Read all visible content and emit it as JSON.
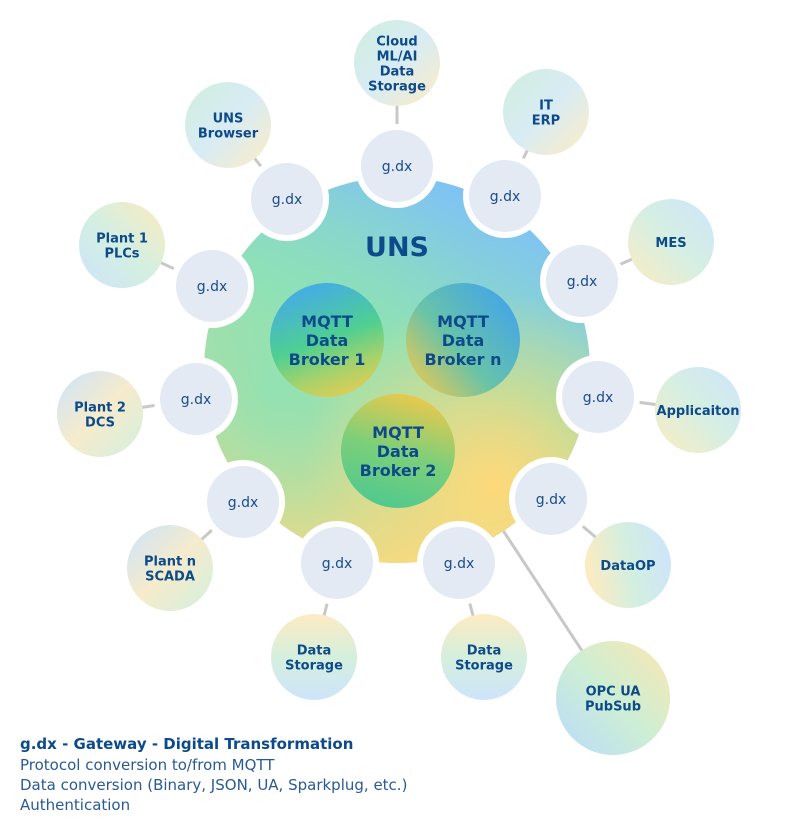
{
  "diagram": {
    "center": {
      "title": "UNS",
      "brokers": [
        {
          "id": "broker-1",
          "lines": [
            "MQTT",
            "Data",
            "Broker 1"
          ]
        },
        {
          "id": "broker-n",
          "lines": [
            "MQTT",
            "Data",
            "Broker n"
          ]
        },
        {
          "id": "broker-2",
          "lines": [
            "MQTT",
            "Data",
            "Broker 2"
          ]
        }
      ]
    },
    "gateway_label": "g.dx",
    "endpoints": [
      {
        "id": "cloud",
        "lines": [
          "Cloud",
          "ML/AI",
          "Data",
          "Storage"
        ]
      },
      {
        "id": "it-erp",
        "lines": [
          "IT",
          "ERP"
        ]
      },
      {
        "id": "mes",
        "lines": [
          "MES"
        ]
      },
      {
        "id": "application",
        "lines": [
          "Applicaiton"
        ]
      },
      {
        "id": "dataop",
        "lines": [
          "DataOP"
        ]
      },
      {
        "id": "opc-ua-pubsub",
        "lines": [
          "OPC UA",
          "PubSub"
        ]
      },
      {
        "id": "data-storage-right",
        "lines": [
          "Data",
          "Storage"
        ]
      },
      {
        "id": "data-storage-left",
        "lines": [
          "Data",
          "Storage"
        ]
      },
      {
        "id": "plant-n-scada",
        "lines": [
          "Plant n",
          "SCADA"
        ]
      },
      {
        "id": "plant-2-dcs",
        "lines": [
          "Plant 2",
          "DCS"
        ]
      },
      {
        "id": "plant-1-plcs",
        "lines": [
          "Plant 1",
          "PLCs"
        ]
      },
      {
        "id": "uns-browser",
        "lines": [
          "UNS",
          "Browser"
        ]
      }
    ],
    "colors": {
      "text": "#0d4a8a",
      "gateway_fill": "#e3eaf3",
      "connector": "#c8c8c8",
      "uns_blue": "#7ec1f7",
      "uns_green": "#8fe0b3",
      "uns_yellow": "#fcd97e"
    }
  },
  "legend": {
    "title": "g.dx - Gateway - Digital Transformation",
    "lines": [
      "Protocol conversion to/from MQTT",
      "Data conversion (Binary, JSON, UA, Sparkplug, etc.)",
      "Authentication"
    ]
  }
}
